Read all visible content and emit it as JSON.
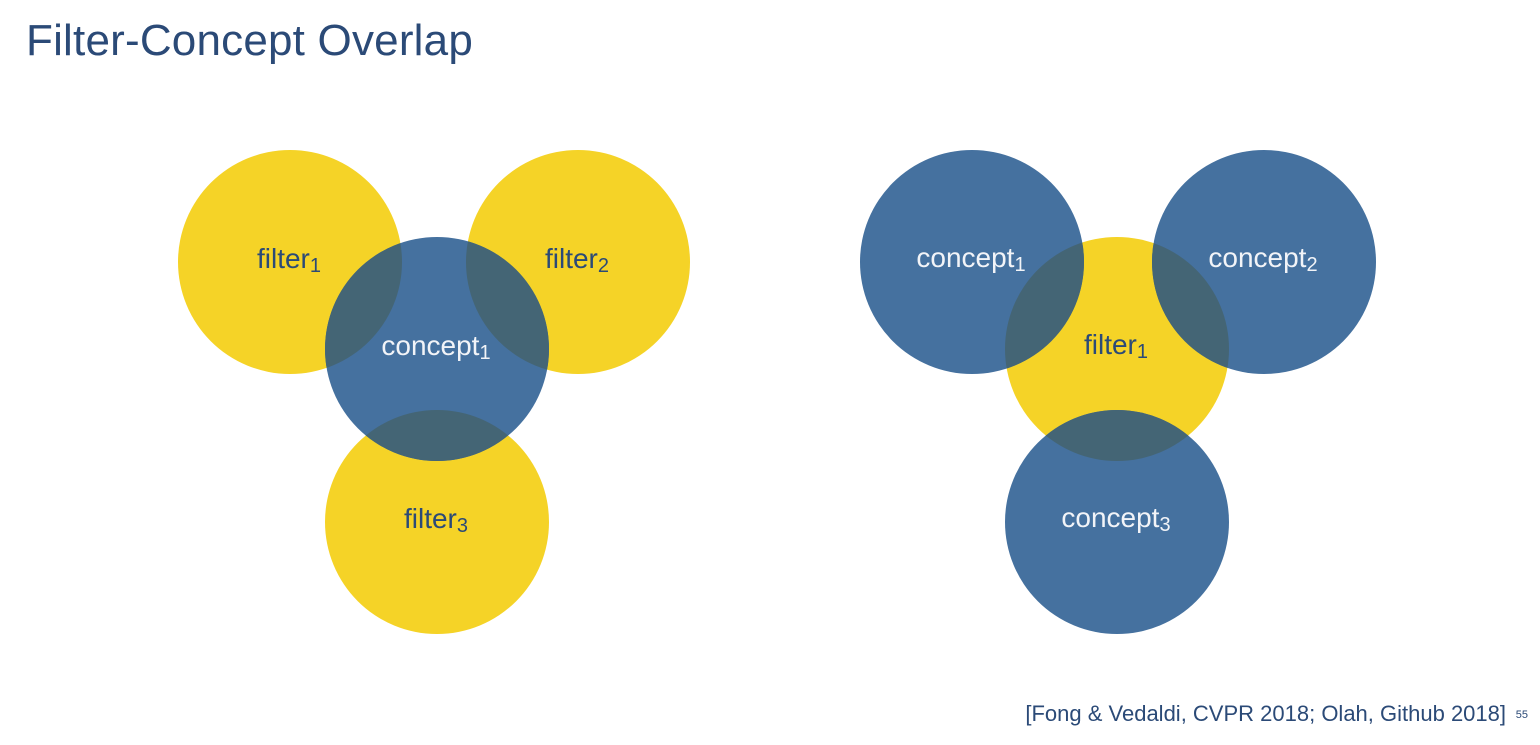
{
  "title": "Filter-Concept Overlap",
  "colors": {
    "yellow": "#F5D327",
    "blue": "#45719F",
    "overlap": "#446575",
    "label_on_yellow": "#2B4A77",
    "label_on_blue": "#F2F4F8"
  },
  "left_diagram": {
    "filter1": {
      "base": "filter",
      "sub": "1"
    },
    "filter2": {
      "base": "filter",
      "sub": "2"
    },
    "concept1": {
      "base": "concept",
      "sub": "1"
    },
    "filter3": {
      "base": "filter",
      "sub": "3"
    }
  },
  "right_diagram": {
    "concept1": {
      "base": "concept",
      "sub": "1"
    },
    "concept2": {
      "base": "concept",
      "sub": "2"
    },
    "filter1": {
      "base": "filter",
      "sub": "1"
    },
    "concept3": {
      "base": "concept",
      "sub": "3"
    }
  },
  "citation": "[Fong & Vedaldi, CVPR 2018; Olah, Github 2018]",
  "page_number": "55"
}
